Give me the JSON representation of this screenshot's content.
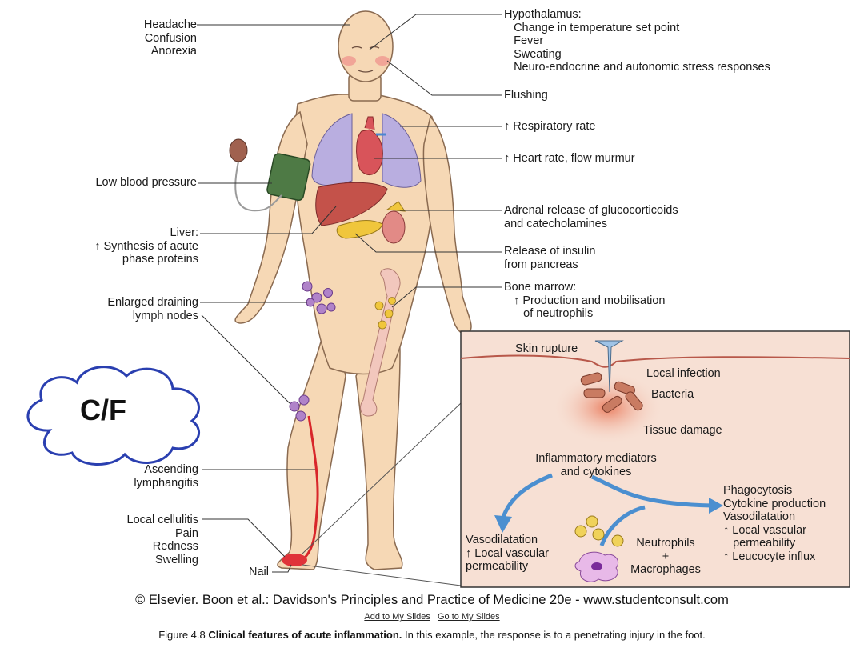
{
  "labels": {
    "headache": "Headache\nConfusion\nAnorexia",
    "hypothalamus": "Hypothalamus:\n   Change in temperature set point\n   Fever\n   Sweating\n   Neuro-endocrine and autonomic stress responses",
    "flushing": "Flushing",
    "respiratory": "↑ Respiratory rate",
    "heart": "↑ Heart rate, flow murmur",
    "low_bp": "Low blood pressure",
    "adrenal": "Adrenal release of glucocorticoids\nand catecholamines",
    "liver": "Liver:\n↑ Synthesis of acute\nphase proteins",
    "insulin": "Release of insulin\nfrom pancreas",
    "bone_marrow": "Bone marrow:\n   ↑ Production and mobilisation\n      of neutrophils",
    "lymph_nodes": "Enlarged draining\nlymph nodes",
    "lymphangitis": "Ascending\nlymphangitis",
    "cellulitis": "Local cellulitis\nPain\nRedness\nSwelling",
    "nail": "Nail"
  },
  "inset": {
    "skin_rupture": "Skin rupture",
    "local_infection": "Local infection",
    "bacteria": "Bacteria",
    "tissue_damage": "Tissue damage",
    "mediators": "Inflammatory mediators\nand cytokines",
    "left_effects": "Vasodilatation\n↑ Local vascular\npermeability",
    "right_effects": "Phagocytosis\nCytokine production\nVasodilatation\n↑ Local vascular\n   permeability\n↑ Leucocyte influx",
    "neutrophils": "Neutrophils\n+\nMacrophages"
  },
  "cloud": {
    "text": "C/F"
  },
  "footer": {
    "credit": "© Elsevier. Boon et al.: Davidson's Principles and Practice of Medicine 20e - www.studentconsult.com",
    "add_link": "Add to My Slides",
    "go_link": "Go to My Slides",
    "caption_prefix": "Figure 4.8 ",
    "caption_bold": "Clinical features of acute inflammation.",
    "caption_rest": " In this example, the response is to a penetrating injury in the foot."
  },
  "colors": {
    "skin": "#f6d8b5",
    "skin_outline": "#8a6a50",
    "lungs": "#b9aee0",
    "liver": "#c4524a",
    "pancreas": "#f0c63c",
    "kidney": "#e28a86",
    "cuff": "#4e7a45",
    "lymph": "#b083c9",
    "bone": "#f2c7bd",
    "inset_bg": "#f7e0d4",
    "arrow": "#4b8fd0",
    "lymphangitis": "#d8262a"
  }
}
